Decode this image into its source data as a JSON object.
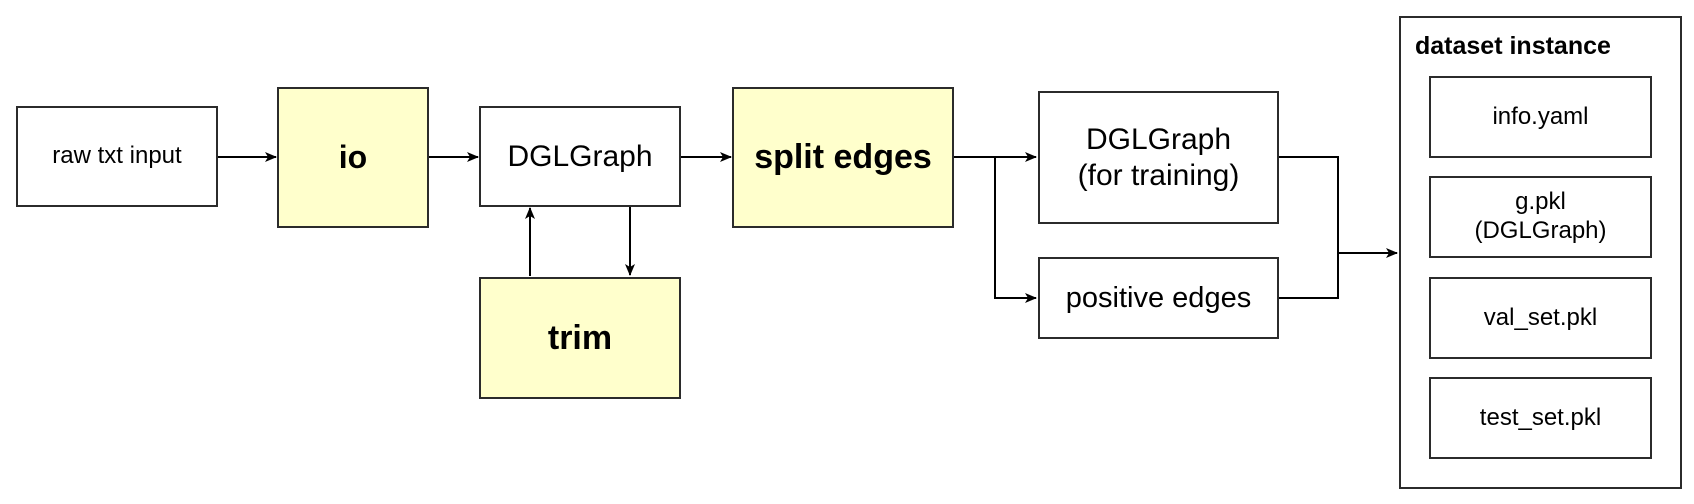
{
  "nodes": {
    "raw_input": "raw txt input",
    "io": "io",
    "dglgraph": "DGLGraph",
    "trim": "trim",
    "split_edges": "split edges",
    "dglgraph_training": "DGLGraph\n(for training)",
    "positive_edges": "positive edges"
  },
  "dataset": {
    "title": "dataset instance",
    "files": [
      "info.yaml",
      "g.pkl\n(DGLGraph)",
      "val_set.pkl",
      "test_set.pkl"
    ]
  },
  "colors": {
    "process_fill": "#ffffcc",
    "stroke": "#2b2b2b",
    "background": "#ffffff"
  }
}
